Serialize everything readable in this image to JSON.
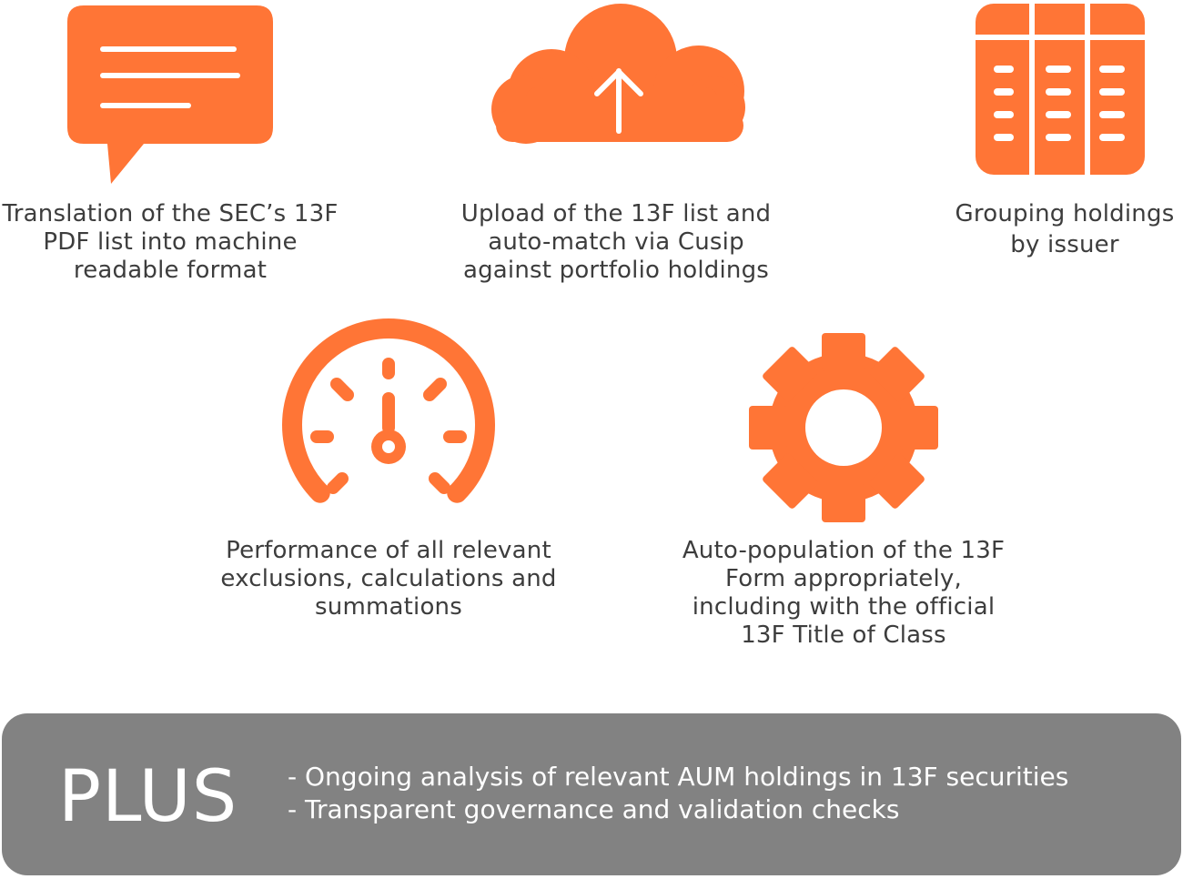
{
  "colors": {
    "accent": "#ff7536",
    "panel": "#828282",
    "text": "#3d3d3d"
  },
  "features": [
    {
      "icon": "speech-bubble-icon",
      "lines": [
        "Translation of the SEC’s 13F",
        "PDF list into machine",
        "readable format"
      ]
    },
    {
      "icon": "cloud-upload-icon",
      "lines": [
        "Upload of the 13F list and",
        "auto-match via Cusip",
        "against portfolio holdings"
      ]
    },
    {
      "icon": "table-columns-icon",
      "lines": [
        "Grouping holdings",
        "by issuer"
      ]
    },
    {
      "icon": "speedometer-icon",
      "lines": [
        "Performance of all relevant",
        "exclusions, calculations and",
        "summations"
      ]
    },
    {
      "icon": "gear-icon",
      "lines": [
        "Auto-population of the 13F",
        "Form appropriately,",
        "including with the official",
        "13F Title of Class"
      ]
    }
  ],
  "plus": {
    "title": "PLUS",
    "items": [
      "- Ongoing analysis of relevant AUM holdings in 13F securities",
      "- Transparent governance and validation checks"
    ]
  }
}
